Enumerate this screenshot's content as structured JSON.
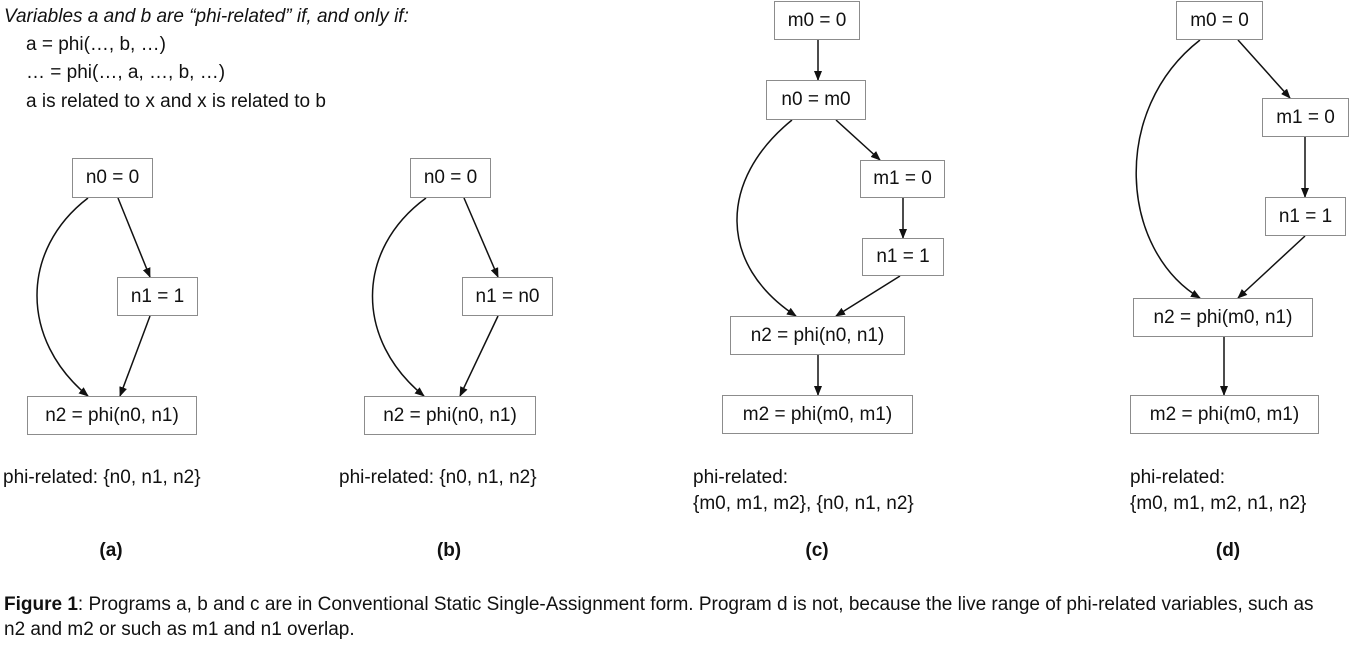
{
  "definition": {
    "title": "Variables a and b are “phi-related” if, and only if:",
    "rules": [
      "a = phi(…, b, …)",
      "… = phi(…, a, …, b, …)",
      "a is related to x and x is related to b"
    ]
  },
  "panels": {
    "a": {
      "label": "(a)",
      "nodes": {
        "n0": "n0 = 0",
        "n1": "n1 = 1",
        "n2": "n2 = phi(n0, n1)"
      },
      "phi_related": [
        "phi-related: {n0, n1, n2}"
      ]
    },
    "b": {
      "label": "(b)",
      "nodes": {
        "n0": "n0 = 0",
        "n1": "n1 = n0",
        "n2": "n2 = phi(n0, n1)"
      },
      "phi_related": [
        "phi-related: {n0, n1, n2}"
      ]
    },
    "c": {
      "label": "(c)",
      "nodes": {
        "m0": "m0 = 0",
        "n0": "n0 = m0",
        "m1": "m1 = 0",
        "n1": "n1 = 1",
        "n2": "n2 = phi(n0, n1)",
        "m2": "m2 = phi(m0, m1)"
      },
      "phi_related": [
        "phi-related:",
        "{m0, m1, m2}, {n0, n1, n2}"
      ]
    },
    "d": {
      "label": "(d)",
      "nodes": {
        "m0": "m0 = 0",
        "m1": "m1 = 0",
        "n1": "n1 = 1",
        "n2": "n2 = phi(m0, n1)",
        "m2": "m2 = phi(m0, m1)"
      },
      "phi_related": [
        "phi-related:",
        "{m0, m1, m2, n1, n2}"
      ]
    }
  },
  "caption": {
    "bold": "Figure 1",
    "text": ": Programs a, b and c are in Conventional Static Single-Assignment form. Program d is not, because the live range of phi-related variables, such as n2 and m2 or such as m1 and n1 overlap."
  }
}
